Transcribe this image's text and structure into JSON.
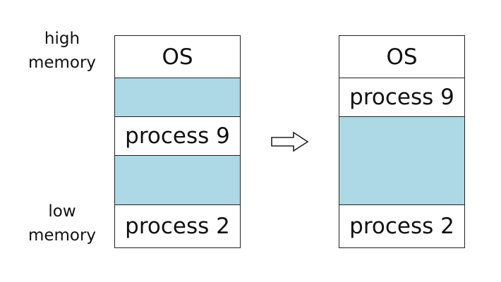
{
  "labels": {
    "high": [
      "high",
      "memory"
    ],
    "low": [
      "low",
      "memory"
    ]
  },
  "before": {
    "segments": [
      {
        "kind": "os",
        "label": "OS"
      },
      {
        "kind": "hole",
        "label": ""
      },
      {
        "kind": "process",
        "label": "process 9"
      },
      {
        "kind": "hole",
        "label": ""
      },
      {
        "kind": "process",
        "label": "process 2"
      }
    ]
  },
  "after": {
    "segments": [
      {
        "kind": "os",
        "label": "OS"
      },
      {
        "kind": "process",
        "label": "process 9"
      },
      {
        "kind": "hole",
        "label": ""
      },
      {
        "kind": "process",
        "label": "process 2"
      }
    ]
  },
  "arrow_icon": "right-arrow-icon",
  "colors": {
    "hole": "#add8e6",
    "border": "#222222"
  }
}
